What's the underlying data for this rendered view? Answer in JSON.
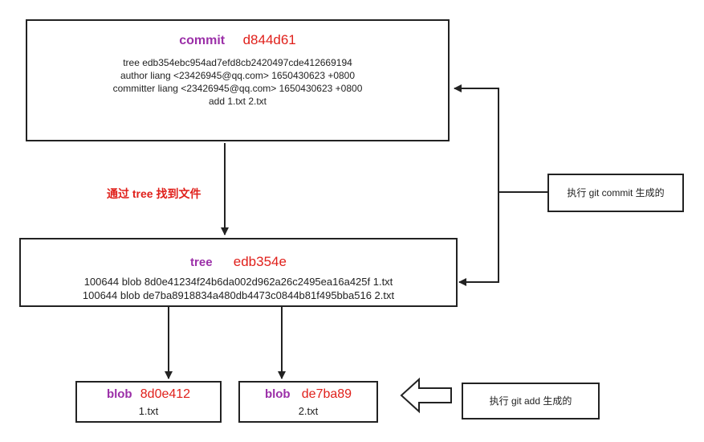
{
  "commit": {
    "type_label": "commit",
    "hash": "d844d61",
    "lines": [
      "tree edb354ebc954ad7efd8cb2420497cde412669194",
      "author liang <23426945@qq.com> 1650430623 +0800",
      "committer liang <23426945@qq.com> 1650430623 +0800",
      "add 1.txt 2.txt"
    ]
  },
  "tree": {
    "type_label": "tree",
    "hash": "edb354e",
    "lines": [
      "100644 blob 8d0e41234f24b6da002d962a26c2495ea16a425f 1.txt",
      "100644 blob de7ba8918834a480db4473c0844b81f495bba516 2.txt"
    ]
  },
  "blobs": [
    {
      "type_label": "blob",
      "hash": "8d0e412",
      "file": "1.txt"
    },
    {
      "type_label": "blob",
      "hash": "de7ba89",
      "file": "2.txt"
    }
  ],
  "edge_label": "通过 tree 找到文件",
  "notes": {
    "commit_note": "执行 git commit 生成的",
    "add_note": "执行 git add 生成的"
  },
  "colors": {
    "type_label": "#9b2fa8",
    "hash": "#e0201b",
    "edge_label": "#e0201b",
    "stroke": "#222222"
  }
}
